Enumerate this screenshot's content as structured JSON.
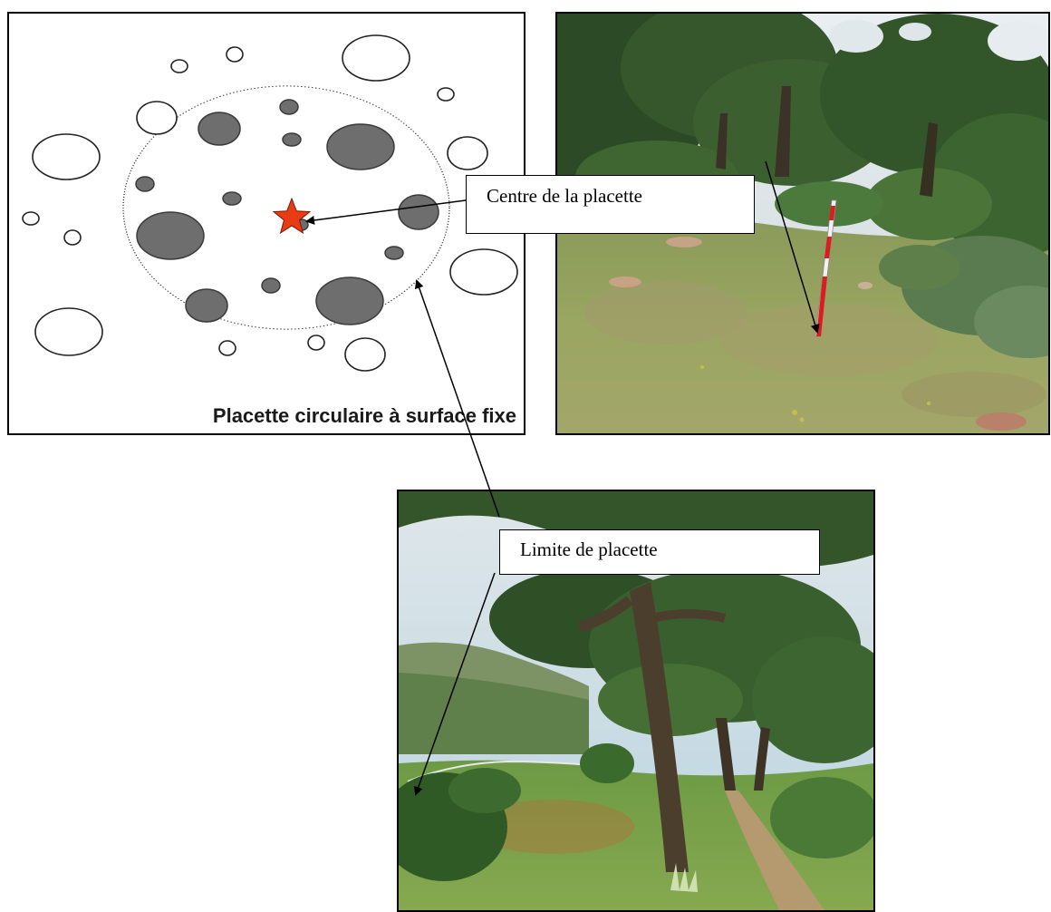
{
  "diagram": {
    "caption": "Placette circulaire à surface fixe"
  },
  "callouts": {
    "centre": "Centre de la placette",
    "limite": "Limite de placette"
  },
  "colors": {
    "tree_inside": "#6e6e6e",
    "tree_outside": "#ffffff",
    "center_star": "#e83c14",
    "pole_red": "#d81e1e",
    "pole_white": "#f2f2f2"
  },
  "icons": {
    "center_marker": "star-icon"
  }
}
